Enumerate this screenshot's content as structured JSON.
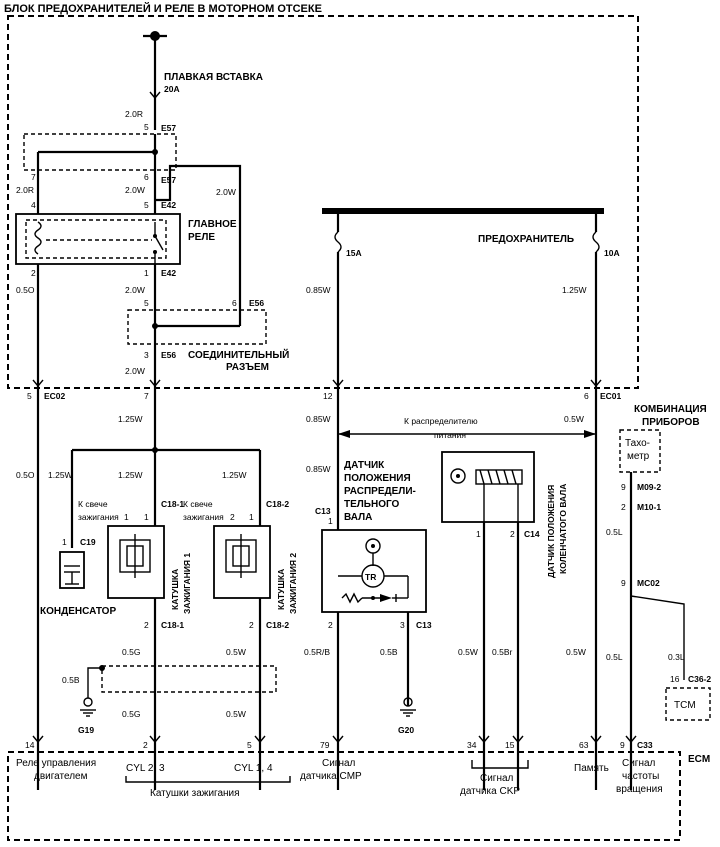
{
  "box_title": "БЛОК ПРЕДОХРАНИТЕЛЕЙ И РЕЛЕ В МОТОРНОМ ОТСЕКЕ",
  "fusible_link": {
    "label": "ПЛАВКАЯ ВСТАВКА",
    "rating": "20A"
  },
  "wire_codes": {
    "w_2_0R_top": "2.0R",
    "w_2_0R_mid": "2.0R",
    "w_2_0W_mid": "2.0W",
    "w_2_0W_relay": "2.0W",
    "w_0_5O_top": "0.5O",
    "w_2_0W_conn": "2.0W",
    "w_2_0W_low": "2.0W",
    "w_0_85W_fuse": "0.85W",
    "w_1_25W_fuse": "1.25W",
    "w_1_25W_main": "1.25W",
    "w_0_85W_dist": "0.85W",
    "w_0_5W_dist": "0.5W",
    "w_0_5O_left": "0.5O",
    "w_1_25W_a": "1.25W",
    "w_1_25W_b": "1.25W",
    "w_1_25W_c": "1.25W",
    "w_0_85W_cmp": "0.85W",
    "w_0_5G_a": "0.5G",
    "w_0_5W_a": "0.5W",
    "w_0_5B_g19": "0.5B",
    "w_0_5G_b": "0.5G",
    "w_0_5W_b": "0.5W",
    "w_0_5RB": "0.5R/B",
    "w_0_5B_g20": "0.5B",
    "w_0_5W_ckp": "0.5W",
    "w_0_5Br": "0.5Br",
    "w_0_5W_mem": "0.5W",
    "w_0_5L_a": "0.5L",
    "w_0_5L_b": "0.5L",
    "w_0_3L": "0.3L"
  },
  "connectors": {
    "e57_5": "5",
    "e57": "E57",
    "e57_7": "7",
    "e57_6": "6",
    "e57b": "E57",
    "e42_4": "4",
    "e42_5": "5",
    "e42": "E42",
    "e42_2": "2",
    "e42_1": "1",
    "e42b": "E42",
    "e56_5": "5",
    "e56_6": "6",
    "e56": "E56",
    "e56_3": "3",
    "e56b": "E56",
    "ec02_5": "5",
    "ec02": "EC02",
    "ec_7": "7",
    "ec_12": "12",
    "ec01_6": "6",
    "ec01": "EC01",
    "c19_1": "1",
    "c19": "C19",
    "c18_1_1": "1",
    "c18_1": "C18-1",
    "c18_2_1": "1",
    "c18_2": "C18-2",
    "c18_1_2": "2",
    "c18_1b": "C18-1",
    "c18_2_2": "2",
    "c18_2b": "C18-2",
    "c13_1": "1",
    "c13": "C13",
    "c13_2": "2",
    "c13_3": "3",
    "c13b": "C13",
    "c14_1": "1",
    "c14_2": "2",
    "c14": "C14",
    "m09_9": "9",
    "m09": "M09-2",
    "m10_2": "2",
    "m10": "M10-1",
    "mc02_9": "9",
    "mc02": "MC02",
    "c36_16": "16",
    "c36": "C36-2",
    "ecm_14": "14",
    "ecm_2": "2",
    "ecm_5": "5",
    "ecm_79": "79",
    "ecm_34": "34",
    "ecm_15": "15",
    "ecm_63": "63",
    "ecm_9": "9",
    "c33": "C33"
  },
  "main_relay": [
    "ГЛАВНОЕ",
    "РЕЛЕ"
  ],
  "joint_connector": [
    "СОЕДИНИТЕЛЬНЫЙ",
    "РАЗЪЕМ"
  ],
  "fuse_label": "ПРЕДОХРАНИТЕЛЬ",
  "fuse_15": "15A",
  "fuse_10": "10A",
  "distributor_note": [
    "К распределителю",
    "питания"
  ],
  "instrument_cluster": [
    "КОМБИНАЦИЯ",
    "ПРИБОРОВ"
  ],
  "tachometer": [
    "Тахо-",
    "метр"
  ],
  "plug_to_1": [
    "К свече",
    "зажигания",
    "1"
  ],
  "plug_to_2": [
    "К свече",
    "зажигания",
    "2"
  ],
  "coil_1": [
    "КАТУШКА",
    "ЗАЖИГАНИЯ 1"
  ],
  "coil_2": [
    "КАТУШКА",
    "ЗАЖИГАНИЯ 2"
  ],
  "condenser": "КОНДЕНСАТОР",
  "cmp_sensor": [
    "ДАТЧИК",
    "ПОЛОЖЕНИЯ",
    "РАСПРЕДЕЛИ-",
    "ТЕЛЬНОГО",
    "ВАЛА"
  ],
  "tr": "TR",
  "ckp_sensor": [
    "ДАТЧИК ПОЛОЖЕНИЯ",
    "КОЛЕНЧАТОГО ВАЛА"
  ],
  "grounds": {
    "g19": "G19",
    "g20": "G20"
  },
  "tcm": "TCM",
  "ecm": "ECM",
  "ecm_labels": {
    "relay": [
      "Реле управления",
      "двигателем"
    ],
    "cyl23": "CYL 2, 3",
    "cyl14": "CYL 1, 4",
    "coils": "Катушки зажигания",
    "cmp": [
      "Сигнал",
      "датчика CMP"
    ],
    "ckp": [
      "Сигнал",
      "датчика CKP"
    ],
    "mem": "Память",
    "rpm": [
      "Сигнал",
      "частоты",
      "вращения"
    ]
  }
}
